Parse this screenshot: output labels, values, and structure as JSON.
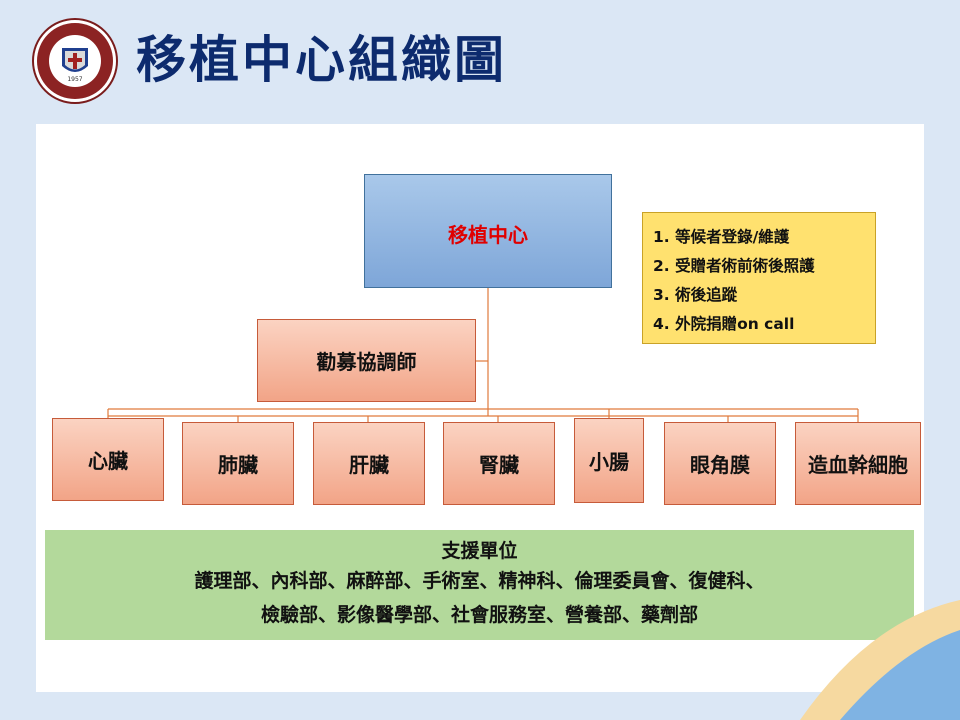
{
  "header": {
    "title": "移植中心組織圖"
  },
  "logo": {
    "year": "1957"
  },
  "chart": {
    "center": "移植中心",
    "coordinator": "勸募協調師",
    "organs": [
      "心臟",
      "肺臟",
      "肝臟",
      "腎臟",
      "小腸",
      "眼角膜",
      "造血幹細胞"
    ],
    "duties": [
      "1. 等候者登錄/維護",
      "2. 受贈者術前術後照護",
      "3. 術後追蹤",
      "4. 外院捐贈on call"
    ],
    "support": {
      "title": "支援單位",
      "lines": [
        "護理部、內科部、麻醉部、手術室、精神科、倫理委員會、復健科、",
        "檢驗部、影像醫學部、社會服務室、營養部、藥劑部"
      ]
    }
  },
  "colors": {
    "title": "#0d2b6e",
    "center_fill": "#8fb4e0",
    "center_text": "#e00000",
    "node_fill": "#f4b49b",
    "duties_fill": "#ffe16f",
    "support_fill": "#b3d99b",
    "connector": "#e07a3c"
  }
}
